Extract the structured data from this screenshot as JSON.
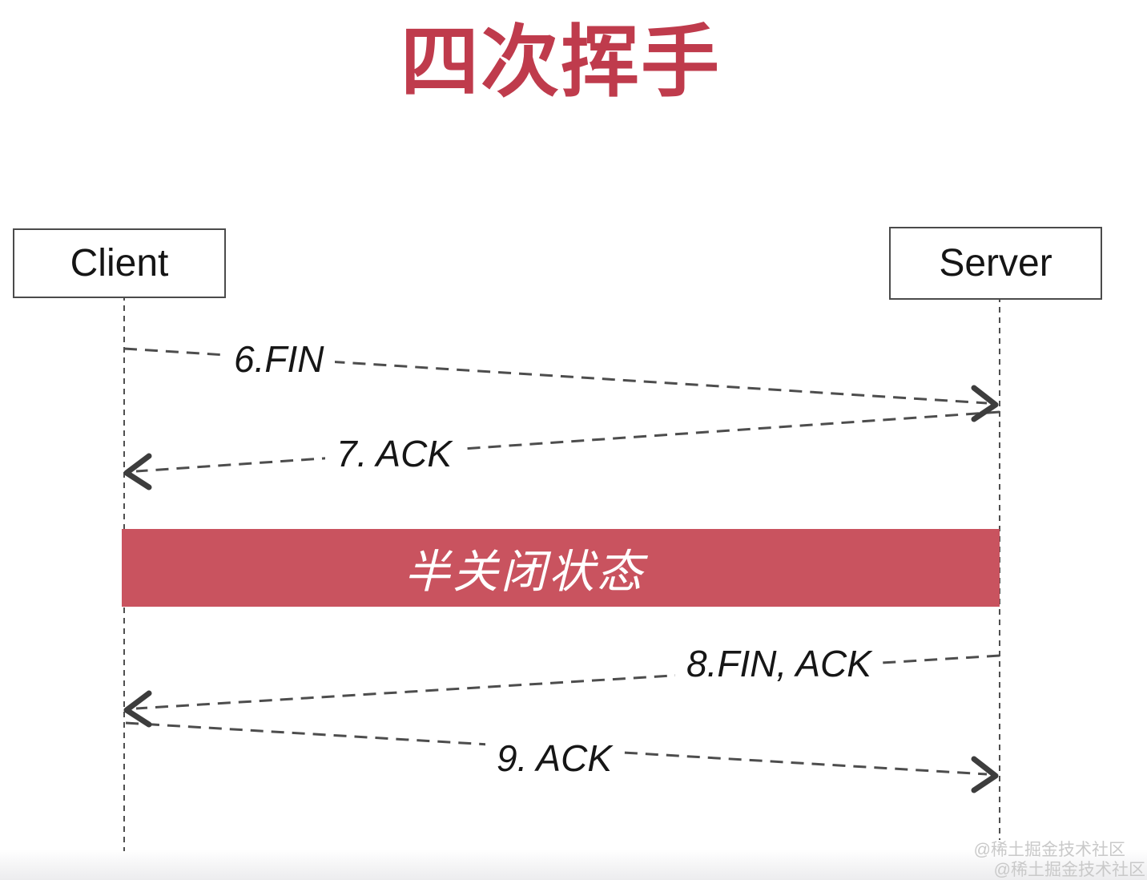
{
  "title": "四次挥手",
  "title_color": "#bf3b4c",
  "actors": [
    {
      "id": "client",
      "label": "Client"
    },
    {
      "id": "server",
      "label": "Server"
    }
  ],
  "messages": [
    {
      "label": "6.FIN",
      "from": "client",
      "to": "server"
    },
    {
      "label": "7. ACK",
      "from": "server",
      "to": "client"
    },
    {
      "label": "8.FIN, ACK",
      "from": "server",
      "to": "client"
    },
    {
      "label": "9. ACK",
      "from": "client",
      "to": "server"
    }
  ],
  "banner": {
    "label": "半关闭状态",
    "color": "#c9535f",
    "text_color": "#ffffff"
  },
  "watermarks": [
    "@稀土掘金技术社区",
    "@稀土掘金技术社区"
  ],
  "line_color": "#4d4d4d"
}
